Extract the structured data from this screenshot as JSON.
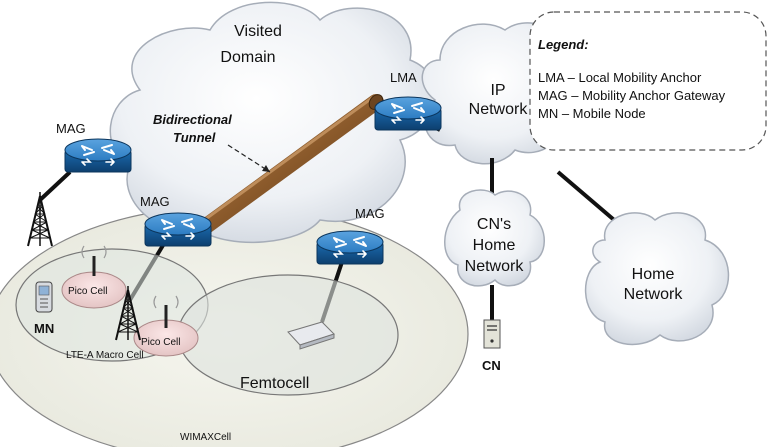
{
  "clouds": {
    "visited_domain": {
      "line1": "Visited",
      "line2": "Domain"
    },
    "ip_network": {
      "line1": "IP",
      "line2": "Network"
    },
    "cn_home_network": {
      "line1": "CN's",
      "line2": "Home",
      "line3": "Network"
    },
    "home_network": {
      "line1": "Home",
      "line2": "Network"
    }
  },
  "routers": {
    "lma": "LMA",
    "mag_left": "MAG",
    "mag_center": "MAG",
    "mag_right": "MAG"
  },
  "tunnel": {
    "line1": "Bidirectional",
    "line2": "Tunnel"
  },
  "cells": {
    "wimax": "WIMAXCell",
    "lte_macro": "LTE-A Macro Cell",
    "femtocell": "Femtocell",
    "pico1": "Pico Cell",
    "pico2": "Pico Cell"
  },
  "devices": {
    "mn": "MN",
    "cn": "CN"
  },
  "legend": {
    "title": "Legend:",
    "items": [
      "LMA – Local Mobility Anchor",
      "MAG – Mobility Anchor Gateway",
      "MN – Mobile Node"
    ]
  },
  "colors": {
    "router_blue": "#1a6fb5",
    "cloud_fill": "#e6ebf2",
    "tunnel_brown": "#8b5a2b"
  }
}
